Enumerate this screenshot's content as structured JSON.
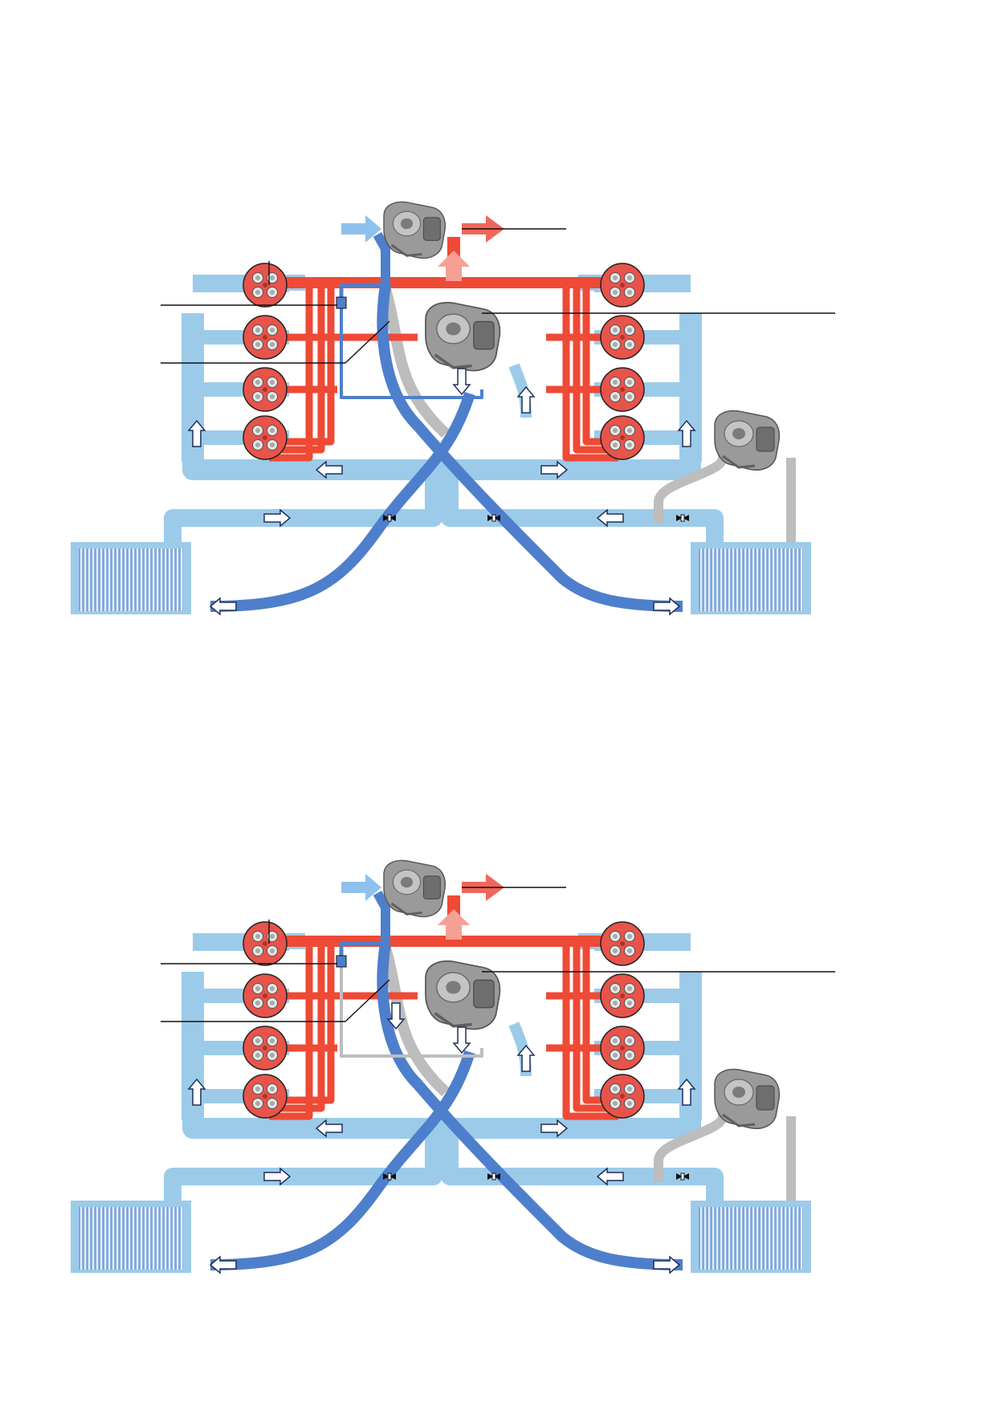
{
  "diagrams": [
    {
      "id": "diagram-1",
      "variant": "bypass-open",
      "labels": []
    },
    {
      "id": "diagram-2",
      "variant": "bypass-closed",
      "labels": []
    }
  ],
  "colors": {
    "exhaust": "#ee4a36",
    "coolant_light": "#9ccbea",
    "coolant_dark": "#4e7fcc",
    "grey_hose": "#bdbdbd",
    "cylinder_fill": "#e8534a"
  },
  "icons": [
    "turbocharger-icon",
    "exhaust-manifold-icon",
    "electric-pump-icon",
    "radiator-icon",
    "cylinder-icon",
    "flow-arrow-icon",
    "valve-icon"
  ]
}
